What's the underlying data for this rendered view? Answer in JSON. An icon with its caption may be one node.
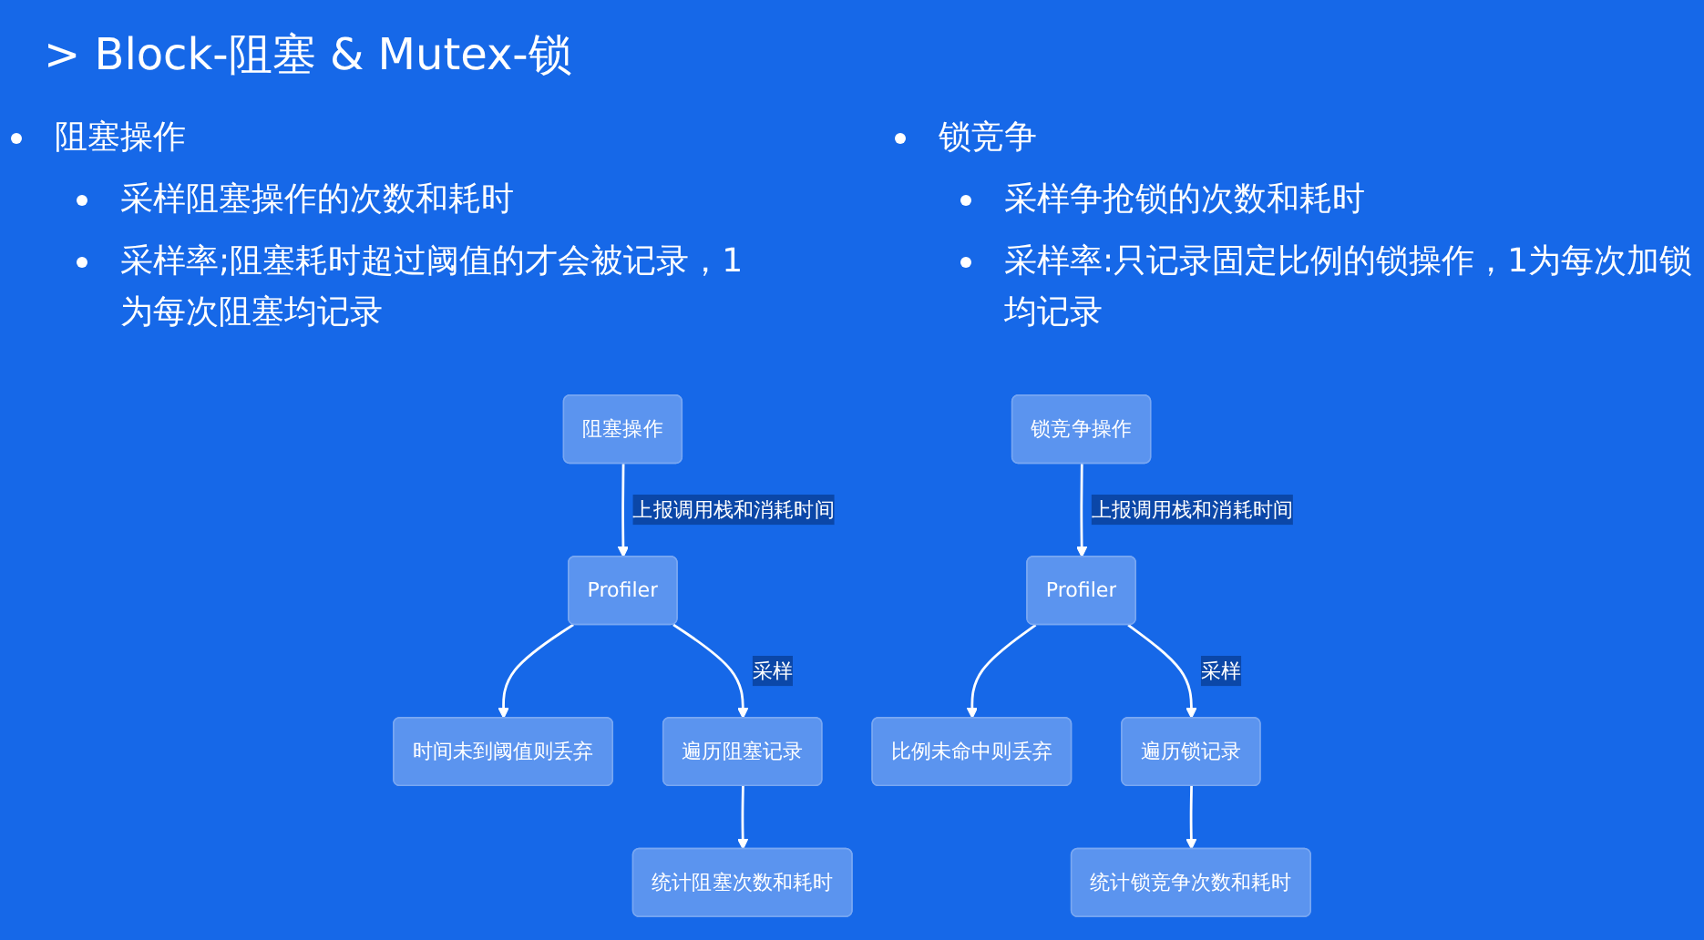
{
  "diagram": {
    "title": "> Block-阻塞 & Mutex-锁",
    "nodes": [
      {
        "text": [
          "阻塞操作"
        ]
      },
      {
        "text": [
          "Profiler"
        ]
      },
      {
        "text": [
          "时间未到阈值则丢弃"
        ]
      },
      {
        "text": [
          "遍历阻塞记录"
        ]
      },
      {
        "text": [
          "统计阻塞次数和耗时"
        ]
      },
      {
        "text": [
          "锁竞争操作"
        ]
      },
      {
        "text": [
          "Profiler"
        ]
      },
      {
        "text": [
          "比例未命中则丢弃"
        ]
      },
      {
        "text": [
          "遍历锁记录"
        ]
      },
      {
        "text": [
          "统计锁竞争次数和耗时"
        ]
      }
    ],
    "edges": [
      {
        "from": 0,
        "to": 1,
        "arrow": "to",
        "label": "上报调用栈和消耗时间"
      },
      {
        "from": 1,
        "to": 2,
        "arrow": "to"
      },
      {
        "from": 1,
        "to": 3,
        "arrow": "to",
        "label": "采样"
      },
      {
        "from": 3,
        "to": 4,
        "arrow": "to"
      },
      {
        "from": 5,
        "to": 6,
        "arrow": "to",
        "label": "上报调用栈和消耗时间"
      },
      {
        "from": 6,
        "to": 7,
        "arrow": "to"
      },
      {
        "from": 6,
        "to": 8,
        "arrow": "to",
        "label": "采样"
      },
      {
        "from": 8,
        "to": 9,
        "arrow": "to"
      }
    ],
    "labels": [
      "阻塞操作",
      "采样阻塞操作的次数和耗时",
      "采样率;阻塞耗时超过阈值的才会被记录，1为每次阻塞均记录",
      "锁竞争",
      "采样争抢锁的次数和耗时",
      "采样率:只记录固定比例的锁操作，1为每次加锁均记录"
    ]
  }
}
